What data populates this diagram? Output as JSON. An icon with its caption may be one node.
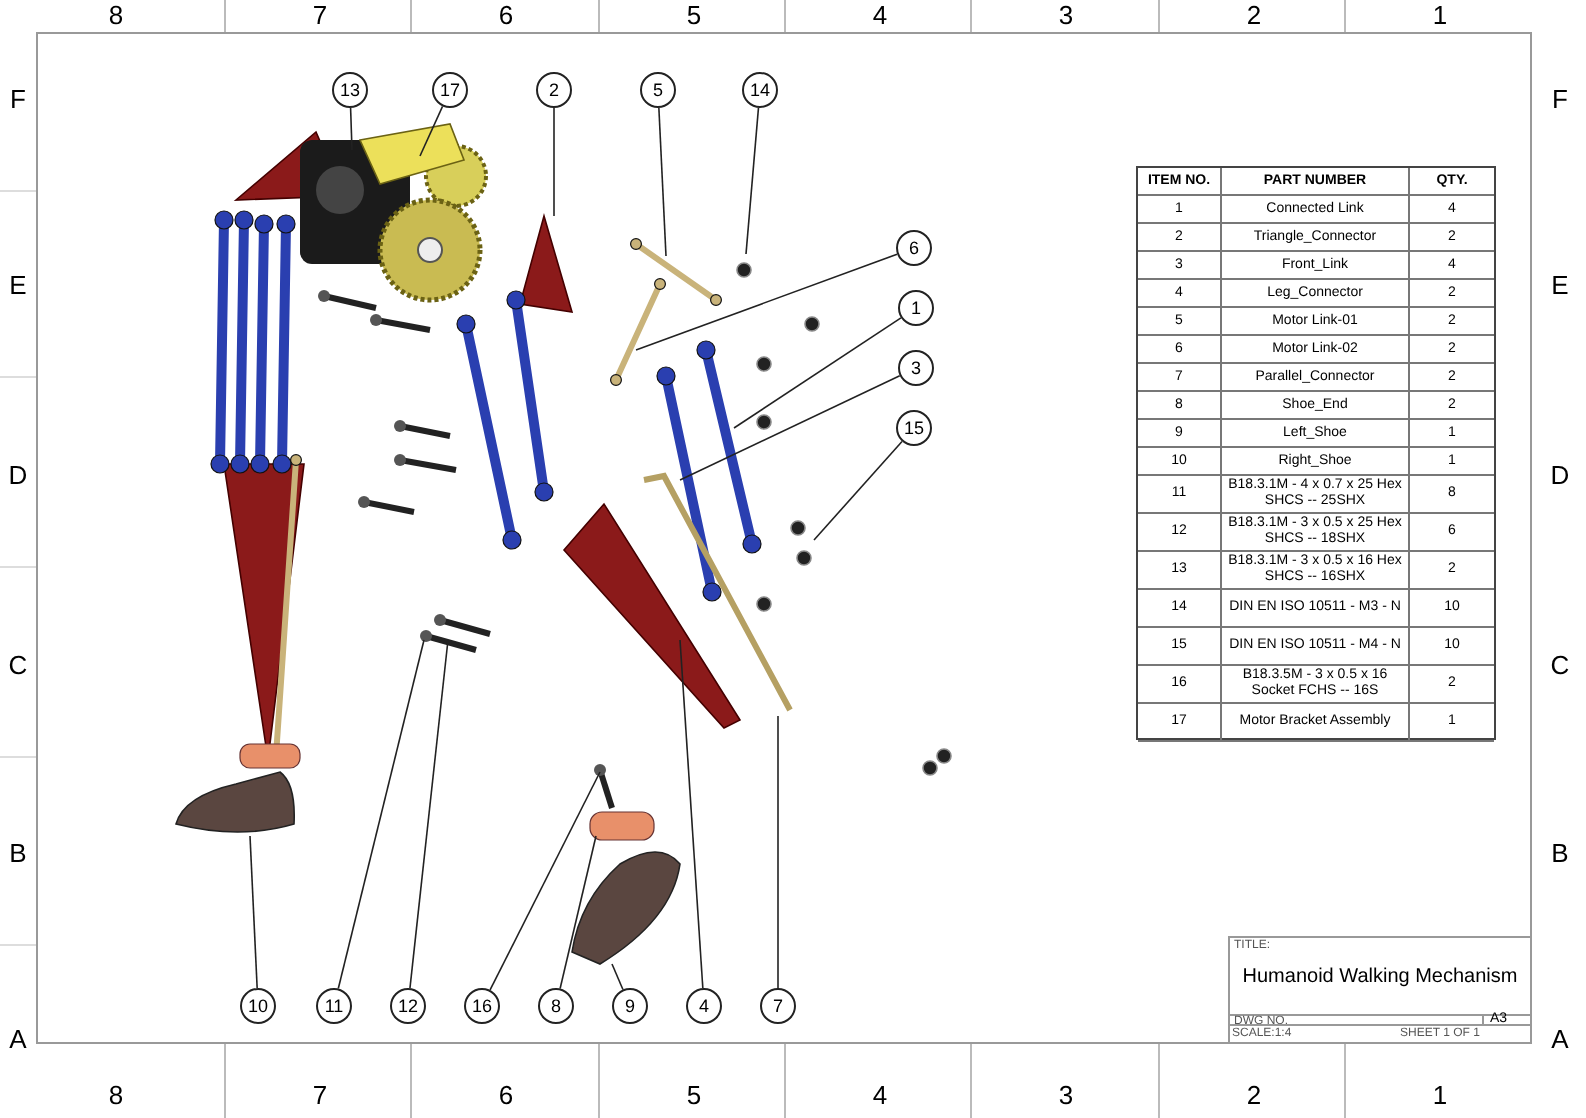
{
  "diagram": {
    "title": "Humanoid Walking Mechanism",
    "nodes": [
      {
        "text": [
          "13"
        ]
      },
      {
        "text": [
          "17"
        ]
      },
      {
        "text": [
          "2"
        ]
      },
      {
        "text": [
          "5"
        ]
      },
      {
        "text": [
          "14"
        ]
      },
      {
        "text": [
          "6"
        ]
      },
      {
        "text": [
          "1"
        ]
      },
      {
        "text": [
          "3"
        ]
      },
      {
        "text": [
          "15"
        ]
      },
      {
        "text": [
          "10"
        ]
      },
      {
        "text": [
          "11"
        ]
      },
      {
        "text": [
          "12"
        ]
      },
      {
        "text": [
          "16"
        ]
      },
      {
        "text": [
          "8"
        ]
      },
      {
        "text": [
          "9"
        ]
      },
      {
        "text": [
          "4"
        ]
      },
      {
        "text": [
          "7"
        ]
      }
    ],
    "edges": [
      {
        "from": 0,
        "to": null,
        "arrow": "none"
      },
      {
        "from": 1,
        "to": null,
        "arrow": "none"
      },
      {
        "from": 2,
        "to": null,
        "arrow": "none"
      },
      {
        "from": 3,
        "to": null,
        "arrow": "none"
      },
      {
        "from": 4,
        "to": null,
        "arrow": "none"
      },
      {
        "from": 5,
        "to": null,
        "arrow": "none"
      },
      {
        "from": 6,
        "to": null,
        "arrow": "none"
      },
      {
        "from": 7,
        "to": null,
        "arrow": "none"
      },
      {
        "from": 8,
        "to": null,
        "arrow": "none"
      },
      {
        "from": 9,
        "to": null,
        "arrow": "none"
      },
      {
        "from": 10,
        "to": null,
        "arrow": "none"
      },
      {
        "from": 11,
        "to": null,
        "arrow": "none"
      },
      {
        "from": 12,
        "to": null,
        "arrow": "none"
      },
      {
        "from": 13,
        "to": null,
        "arrow": "none"
      },
      {
        "from": 14,
        "to": null,
        "arrow": "none"
      },
      {
        "from": 15,
        "to": null,
        "arrow": "none"
      },
      {
        "from": 16,
        "to": null,
        "arrow": "none"
      }
    ],
    "labels": [
      "8",
      "7",
      "6",
      "5",
      "4",
      "3",
      "2",
      "1",
      "F",
      "F",
      "E",
      "E",
      "D",
      "D",
      "C",
      "C",
      "B",
      "B",
      "A",
      "A",
      "ITEM NO.",
      "PART NUMBER",
      "QTY.",
      "1",
      "Connected Link",
      "4",
      "2",
      "Triangle_Connector",
      "2",
      "3",
      "Front_Link",
      "4",
      "4",
      "Leg_Connector",
      "2",
      "5",
      "Motor Link-01",
      "2",
      "6",
      "Motor Link-02",
      "2",
      "7",
      "Parallel_Connector",
      "2",
      "8",
      "Shoe_End",
      "2",
      "9",
      "Left_Shoe",
      "1",
      "10",
      "Right_Shoe",
      "1",
      "11",
      "B18.3.1M - 4 x 0.7 x 25 Hex SHCS -- 25SHX",
      "8",
      "12",
      "B18.3.1M - 3 x 0.5 x 25 Hex SHCS -- 18SHX",
      "6",
      "13",
      "B18.3.1M - 3 x 0.5 x 16 Hex SHCS -- 16SHX",
      "2",
      "14",
      "DIN EN ISO 10511 - M3 - N",
      "10",
      "15",
      "DIN EN ISO 10511 - M4 - N",
      "10",
      "16",
      "B18.3.5M - 3 x 0.5 x 16 Socket FCHS -- 16S",
      "2",
      "17",
      "Motor Bracket Assembly",
      "1",
      "TITLE:",
      "DWG NO.",
      "A3",
      "SCALE:1:4",
      "SHEET 1 OF 1",
      "8",
      "7",
      "6",
      "5",
      "4",
      "3",
      "2",
      "1"
    ]
  }
}
